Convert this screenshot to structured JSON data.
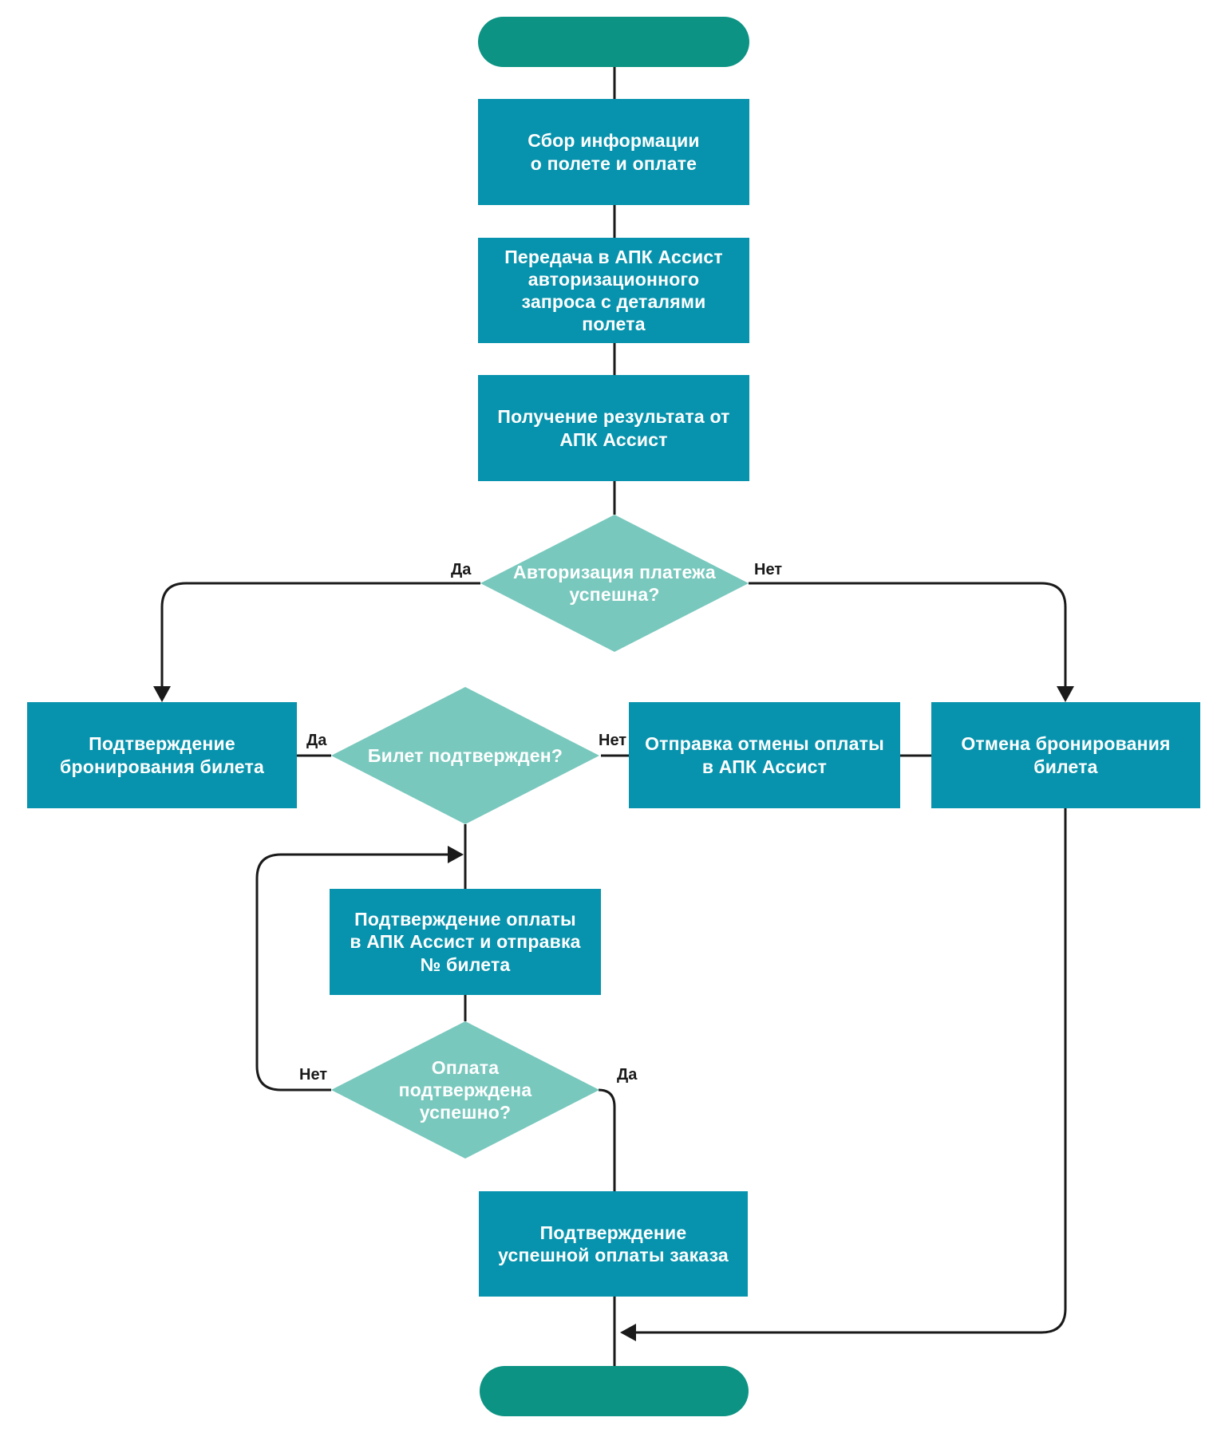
{
  "colors": {
    "process_fill": "#0793AD",
    "terminal_fill": "#0C9383",
    "decision_fill": "#78C8BD",
    "line": "#1A1A1A",
    "shape_text": "#FFFFFF",
    "label_text": "#1A1A1A"
  },
  "nodes": {
    "start": {
      "type": "terminator",
      "label": ""
    },
    "collect_info": {
      "type": "process",
      "label": "Сбор информации\nо полете и оплате"
    },
    "send_auth_request": {
      "type": "process",
      "label": "Передача в АПК Ассист\nавторизационного\nзапроса с деталями\nполета"
    },
    "receive_result": {
      "type": "process",
      "label": "Получение результата от\nАПК Ассист"
    },
    "auth_success": {
      "type": "decision",
      "label": "Авторизация платежа\nуспешна?"
    },
    "confirm_booking": {
      "type": "process",
      "label": "Подтверждение\nбронирования билета"
    },
    "ticket_confirmed": {
      "type": "decision",
      "label": "Билет подтвержден?"
    },
    "send_payment_cancel": {
      "type": "process",
      "label": "Отправка отмены оплаты\nв АПК Ассист"
    },
    "cancel_booking": {
      "type": "process",
      "label": "Отмена бронирования\nбилета"
    },
    "confirm_payment": {
      "type": "process",
      "label": "Подтверждение оплаты\nв АПК Ассист и отправка\n№ билета"
    },
    "payment_confirmed": {
      "type": "decision",
      "label": "Оплата\nподтверждена\nуспешно?"
    },
    "confirm_order": {
      "type": "process",
      "label": "Подтверждение\nуспешной оплаты заказа"
    },
    "end": {
      "type": "terminator",
      "label": ""
    }
  },
  "edges": {
    "auth_yes": "Да",
    "auth_no": "Нет",
    "ticket_yes": "Да",
    "ticket_no": "Нет",
    "payment_no": "Нет",
    "payment_yes": "Да"
  }
}
